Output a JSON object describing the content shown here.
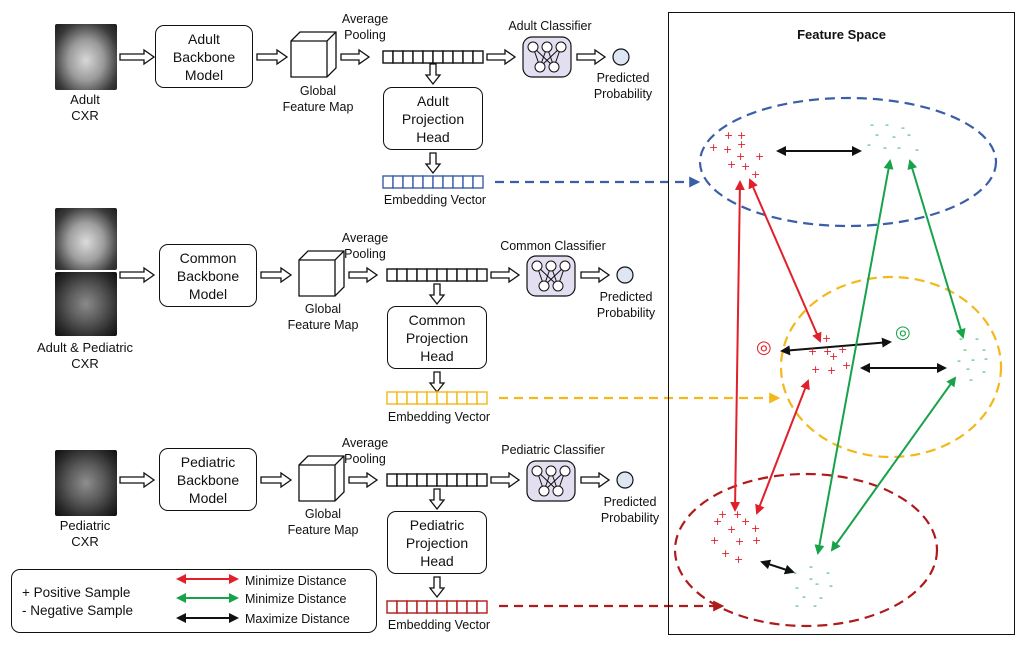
{
  "pipelines": [
    {
      "input_label": "Adult\nCXR",
      "backbone": "Adult\nBackbone\nModel",
      "feature_map": "Global\nFeature Map",
      "pooling": "Average\nPooling",
      "classifier": "Adult Classifier",
      "predicted": "Predicted\nProbability",
      "projection": "Adult\nProjection\nHead",
      "embedding": "Embedding Vector",
      "color": "#3a5fa8"
    },
    {
      "input_label": "Adult & Pediatric\nCXR",
      "backbone": "Common\nBackbone\nModel",
      "feature_map": "Global\nFeature Map",
      "pooling": "Average\nPooling",
      "classifier": "Common Classifier",
      "predicted": "Predicted\nProbability",
      "projection": "Common\nProjection\nHead",
      "embedding": "Embedding Vector",
      "color": "#f2b81c"
    },
    {
      "input_label": "Pediatric\nCXR",
      "backbone": "Pediatric\nBackbone\nModel",
      "feature_map": "Global\nFeature Map",
      "pooling": "Average\nPooling",
      "classifier": "Pediatric Classifier",
      "predicted": "Predicted\nProbability",
      "projection": "Pediatric\nProjection\nHead",
      "embedding": "Embedding Vector",
      "color": "#b01a1a"
    }
  ],
  "feature_space": {
    "title": "Feature Space",
    "positive_symbol": "+",
    "negative_symbol": "-",
    "prototype_symbol": "◎"
  },
  "legend": {
    "positive": "+ Positive Sample",
    "negative": "- Negative Sample",
    "red": "Minimize Distance",
    "green": "Minimize Distance",
    "black": "Maximize Distance"
  },
  "colors": {
    "positive": "#e0202a",
    "negative": "#16a34a",
    "red_arrow": "#e0202a",
    "green_arrow": "#16a34a",
    "black_arrow": "#111111",
    "classifier_fill": "#e3def0"
  }
}
